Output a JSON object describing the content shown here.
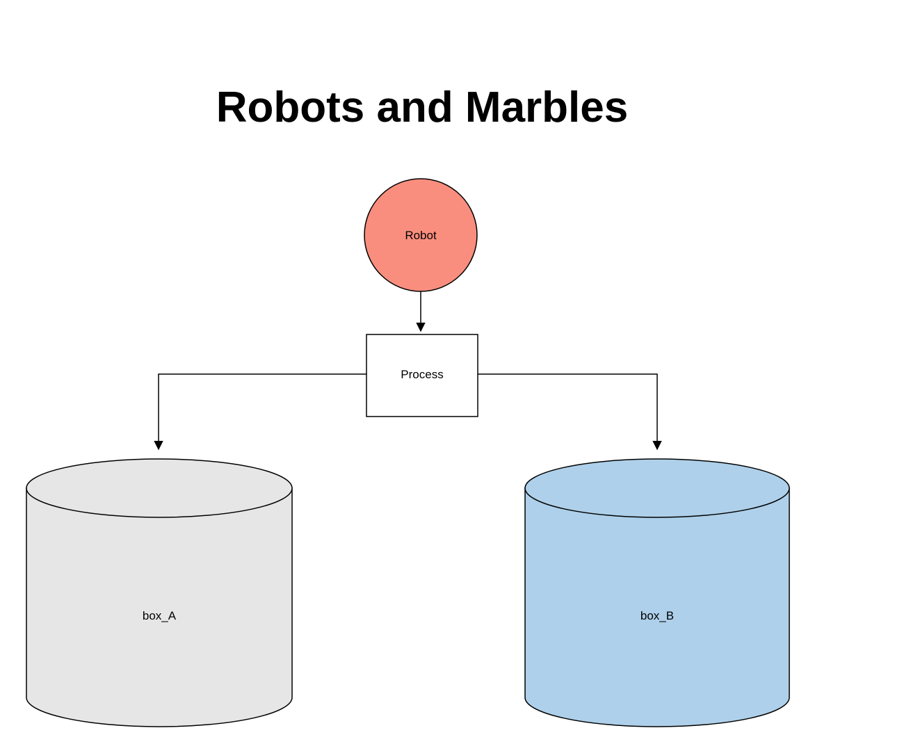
{
  "title": "Robots and Marbles",
  "diagram": {
    "nodes": {
      "robot": {
        "label": "Robot",
        "fill": "#fa8e7e"
      },
      "process": {
        "label": "Process",
        "fill": "#ffffff"
      },
      "box_a": {
        "label": "box_A",
        "fill": "#e6e6e6"
      },
      "box_b": {
        "label": "box_B",
        "fill": "#aed0ea"
      }
    },
    "colors": {
      "stroke": "#000000",
      "background": "#ffffff"
    }
  }
}
